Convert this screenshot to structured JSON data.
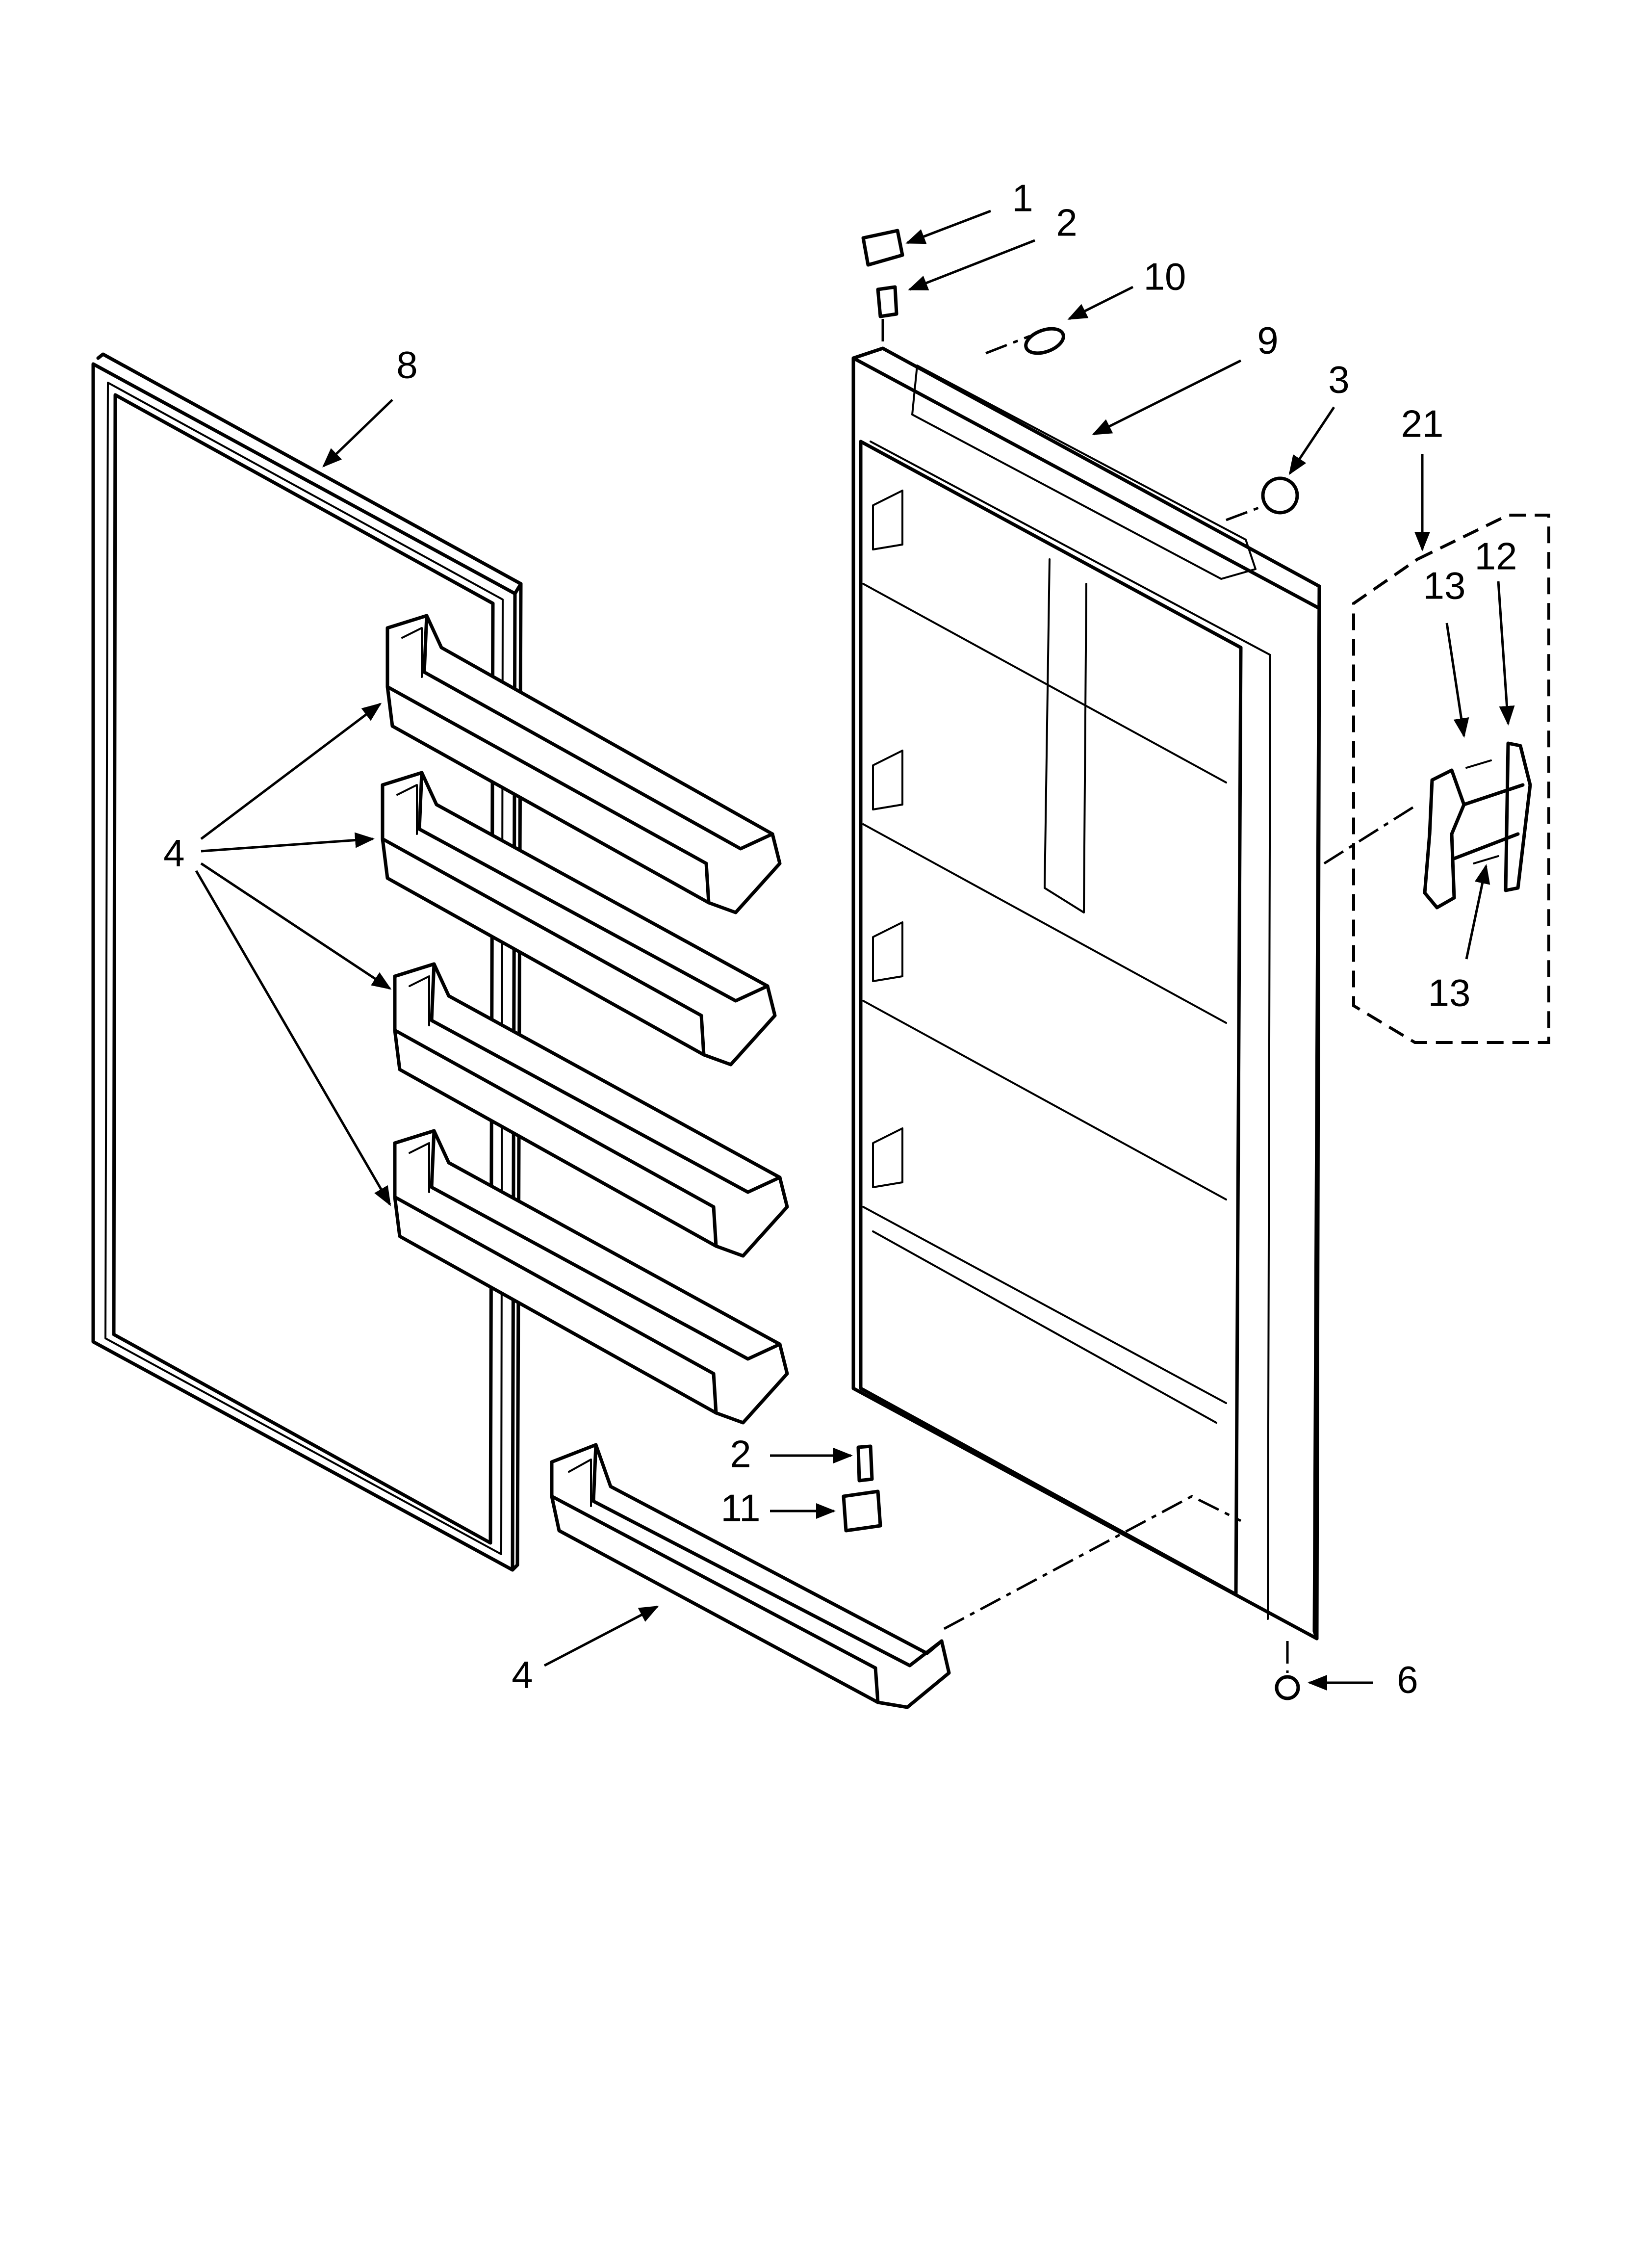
{
  "callouts": {
    "c1": "1",
    "c2_top": "2",
    "c10": "10",
    "c9": "9",
    "c3": "3",
    "c21": "21",
    "c13_top": "13",
    "c12": "12",
    "c13_bottom": "13",
    "c8": "8",
    "c4_group": "4",
    "c2_bottom": "2",
    "c11": "11",
    "c4_bottom": "4",
    "c6": "6"
  }
}
